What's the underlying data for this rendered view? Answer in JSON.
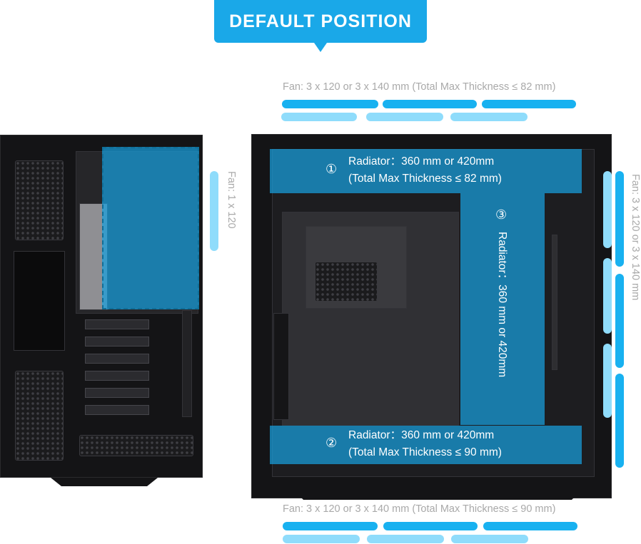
{
  "badge": {
    "title": "DEFAULT POSITION"
  },
  "top_fan": {
    "caption": "Fan: 3 x 120  or 3 x 140 mm (Total Max Thickness ≤ 82 mm)"
  },
  "bottom_fan": {
    "caption": "Fan: 3 x 120  or 3 x 140 mm (Total Max Thickness ≤ 90 mm)"
  },
  "rear_fan": {
    "caption": "Fan: 1 x 120"
  },
  "side_fan": {
    "caption": "Fan: 3 x 120  or 3 x 140 mm"
  },
  "radiators": {
    "top": {
      "number": "①",
      "line1": "Radiator：360 mm or 420mm",
      "line2": "(Total Max Thickness ≤ 82 mm)"
    },
    "bottom": {
      "number": "②",
      "line1": "Radiator：360 mm or 420mm",
      "line2": "(Total Max Thickness ≤ 90 mm)"
    },
    "side": {
      "number": "③",
      "line1": "Radiator：360 mm or 420mm"
    }
  },
  "colors": {
    "accent": "#1aa8e8",
    "pill_dark": "#18b1f0",
    "pill_light": "#8fdcfb",
    "overlay": "#18a0de"
  }
}
